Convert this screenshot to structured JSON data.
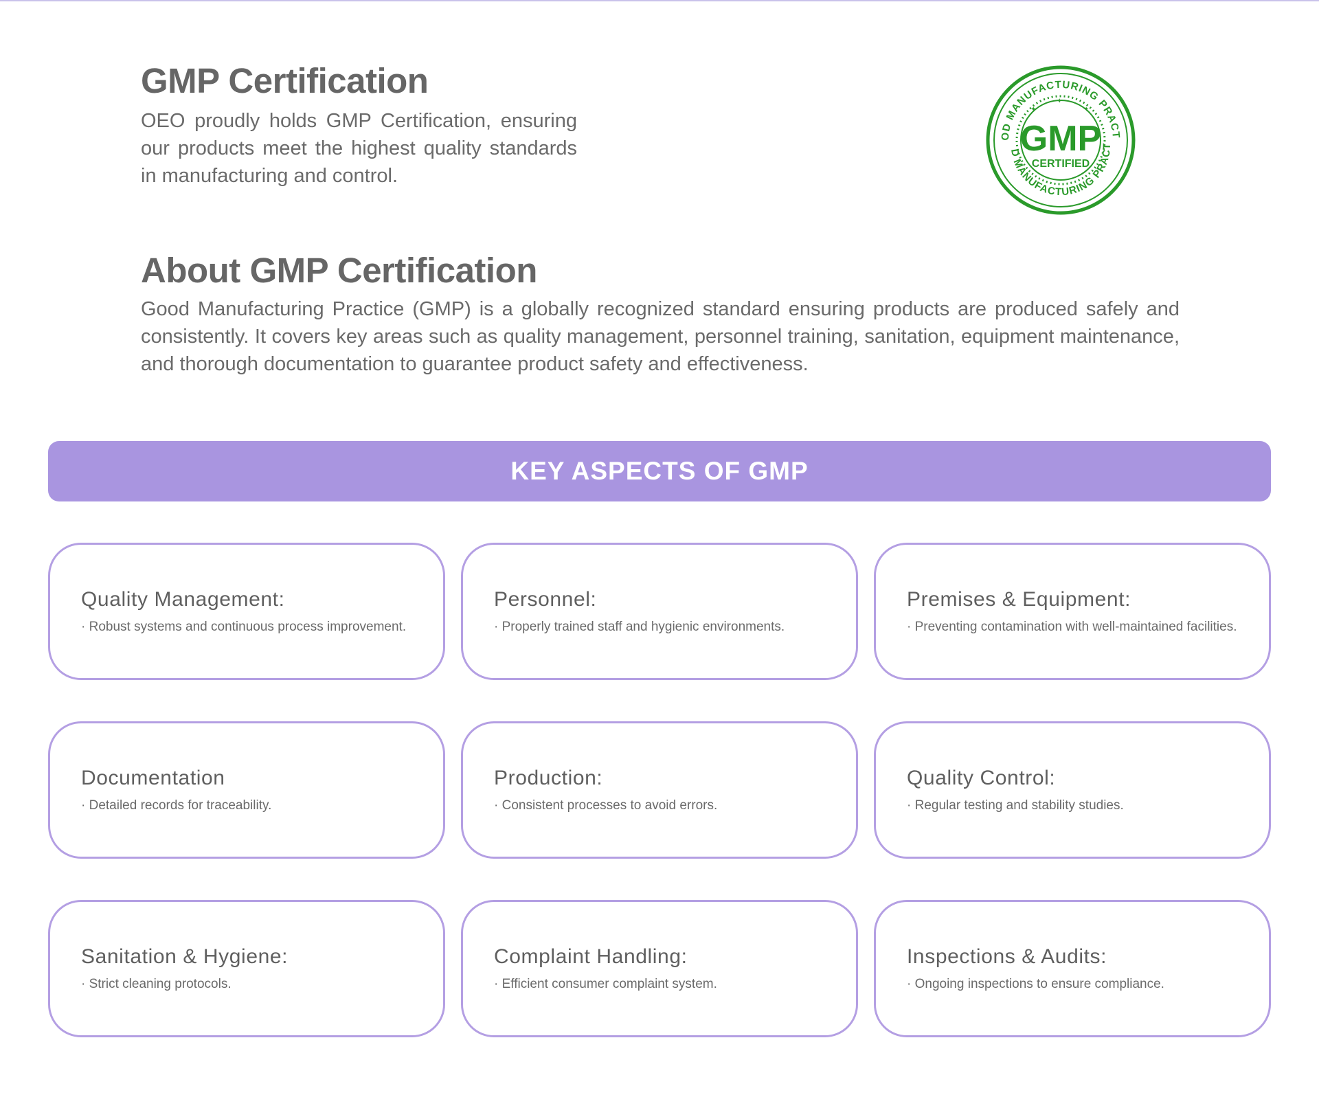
{
  "header": {
    "title": "GMP Certification",
    "text": "OEO proudly holds GMP Certification, ensuring our products meet the highest quality standards in manufacturing and control."
  },
  "badge": {
    "arc_text": "GOOD MANUFACTURING PRACTICE",
    "main": "GMP",
    "sub": "CERTIFIED",
    "color": "#2a9a2a"
  },
  "about": {
    "title": "About GMP Certification",
    "text": "Good Manufacturing Practice (GMP) is a globally recognized standard ensuring products are produced safely and consistently. It covers key areas such as quality management, personnel training, sanitation, equipment maintenance, and thorough documentation to guarantee product safety and effectiveness."
  },
  "banner": {
    "title": "KEY ASPECTS OF GMP",
    "color": "#a995e0"
  },
  "aspects": [
    {
      "title": "Quality Management:",
      "desc": "· Robust systems and continuous process improvement."
    },
    {
      "title": "Personnel:",
      "desc": "· Properly trained staff and hygienic environments."
    },
    {
      "title": "Premises & Equipment:",
      "desc": "· Preventing contamination with well-maintained facilities."
    },
    {
      "title": "Documentation",
      "desc": "· Detailed records for traceability."
    },
    {
      "title": "Production:",
      "desc": "· Consistent processes to avoid errors."
    },
    {
      "title": "Quality Control:",
      "desc": "· Regular testing and stability studies."
    },
    {
      "title": "Sanitation & Hygiene:",
      "desc": "· Strict cleaning protocols."
    },
    {
      "title": "Complaint Handling:",
      "desc": "· Efficient consumer complaint system."
    },
    {
      "title": "Inspections & Audits:",
      "desc": "· Ongoing inspections to ensure compliance."
    }
  ]
}
